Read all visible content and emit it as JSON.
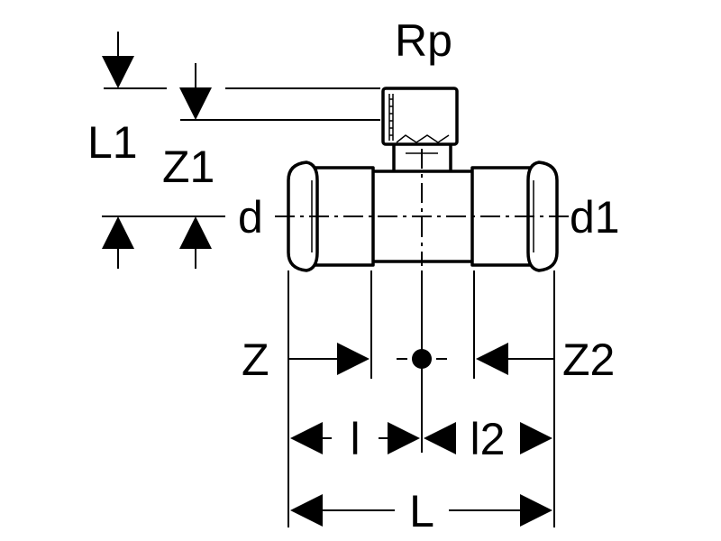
{
  "labels": {
    "rp": "Rp",
    "l1": "L1",
    "z1": "Z1",
    "d": "d",
    "d1": "d1",
    "z": "Z",
    "z2": "Z2",
    "l": "l",
    "l2": "l2",
    "L": "L"
  },
  "colors": {
    "line": "#000000",
    "background": "#ffffff"
  }
}
